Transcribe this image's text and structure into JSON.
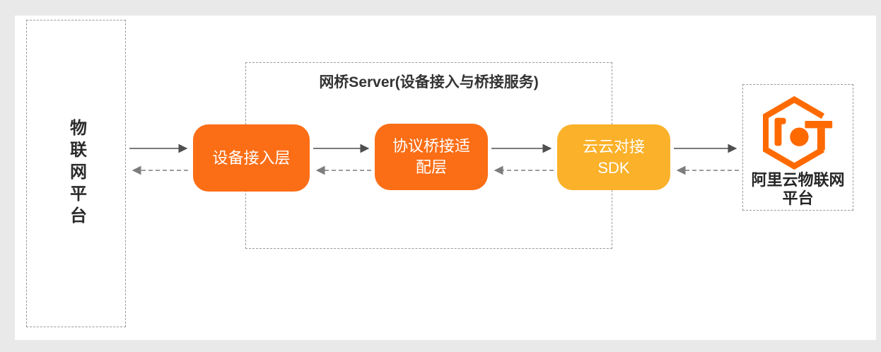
{
  "page": {
    "background_color": "#e9e9e9",
    "card_color": "#ffffff",
    "dashed_border_color": "#999999"
  },
  "left_platform": {
    "label": "物联网平台"
  },
  "bridge_server": {
    "title": "网桥Server(设备接入与桥接服务)",
    "nodes": [
      {
        "id": "device-access-layer",
        "label": "设备接入层",
        "color": "#FB6E16"
      },
      {
        "id": "protocol-bridge-adapter-layer",
        "label": "协议桥接适\n配层",
        "color": "#FB6E16"
      },
      {
        "id": "cloud-cloud-sdk",
        "label": "云云对接\nSDK",
        "color": "#FBB129"
      }
    ]
  },
  "aliyun_platform": {
    "label": "阿里云物联网\n平台",
    "logo_icon": "aliyun-iot-hexagon-logo",
    "logo_color": "#FF6A00"
  },
  "arrows": {
    "solid_color": "#4f4f4f",
    "dashed_color": "#7d7d7d",
    "direction_solid": "left-to-right",
    "direction_dashed": "right-to-left"
  }
}
